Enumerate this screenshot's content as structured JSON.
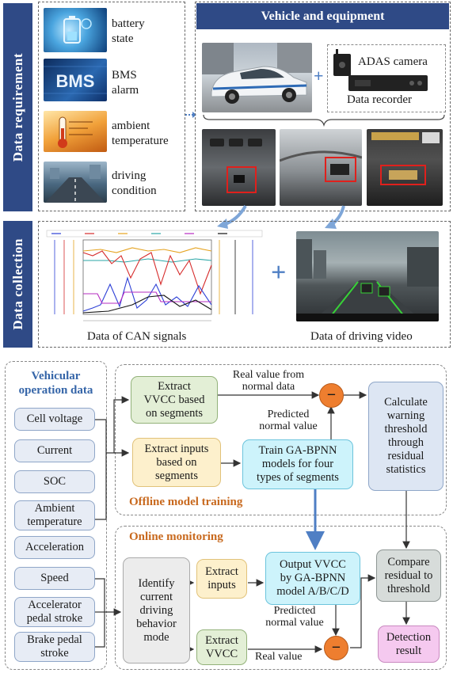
{
  "sections": {
    "data_requirement": "Data requirement",
    "data_collection": "Data collection"
  },
  "requirements": [
    {
      "line1": "battery",
      "line2": "state",
      "icon": "battery-icon"
    },
    {
      "line1": "BMS",
      "line2": "alarm",
      "icon": "bms-icon"
    },
    {
      "line1": "ambient",
      "line2": "temperature",
      "icon": "thermometer-icon"
    },
    {
      "line1": "driving",
      "line2": "condition",
      "icon": "road-icon"
    }
  ],
  "requirement_thumb_texts": {
    "bms": "BMS"
  },
  "vehicle": {
    "header": "Vehicle and equipment",
    "plus": "+",
    "adas_camera": "ADAS camera",
    "data_recorder": "Data recorder"
  },
  "collection": {
    "can_caption": "Data of CAN signals",
    "video_caption": "Data of driving video",
    "plus": "+"
  },
  "flow": {
    "vehicular_title_line1": "Vehicular",
    "vehicular_title_line2": "operation data",
    "inputs": [
      {
        "line1": "Cell voltage",
        "line2": ""
      },
      {
        "line1": "Current",
        "line2": ""
      },
      {
        "line1": "SOC",
        "line2": ""
      },
      {
        "line1": "Ambient",
        "line2": "temperature"
      },
      {
        "line1": "Acceleration",
        "line2": ""
      },
      {
        "line1": "Speed",
        "line2": ""
      },
      {
        "line1": "Accelerator",
        "line2": "pedal stroke"
      },
      {
        "line1": "Brake pedal",
        "line2": "stroke"
      }
    ],
    "offline_title": "Offline model training",
    "online_title": "Online monitoring",
    "extract_vvcc_segments": [
      "Extract",
      "VVCC based",
      "on segments"
    ],
    "extract_inputs_segments": [
      "Extract inputs",
      "based on",
      "segments"
    ],
    "train_models": [
      "Train GA-BPNN",
      "models for four",
      "types of segments"
    ],
    "calculate_threshold": [
      "Calculate",
      "warning",
      "threshold",
      "through",
      "residual",
      "statistics"
    ],
    "real_value_from_normal": [
      "Real value from",
      "normal data"
    ],
    "predicted_normal_top": [
      "Predicted",
      "normal value"
    ],
    "identify_mode": [
      "Identify",
      "current",
      "driving",
      "behavior",
      "mode"
    ],
    "extract_inputs": [
      "Extract",
      "inputs"
    ],
    "extract_vvcc": [
      "Extract",
      "VVCC"
    ],
    "output_vvcc": [
      "Output VVCC",
      "by GA-BPNN",
      "model A/B/C/D"
    ],
    "predicted_normal_bottom": [
      "Predicted",
      "normal value"
    ],
    "real_value": "Real value",
    "compare": [
      "Compare",
      "residual to",
      "threshold"
    ],
    "detection": [
      "Detection",
      "result"
    ],
    "minus": "−"
  },
  "colors": {
    "sidebar": "#2f4a86",
    "green_box": "#e3efd6",
    "yellow_box": "#fdf0cc",
    "cyan_box": "#cdf3fb",
    "blue_box": "#dde6f3",
    "gray_box": "#ececec",
    "pink_box": "#f5c9ef",
    "orange_circle": "#ee7e2f",
    "arrow_blue": "#4f7fc4"
  }
}
